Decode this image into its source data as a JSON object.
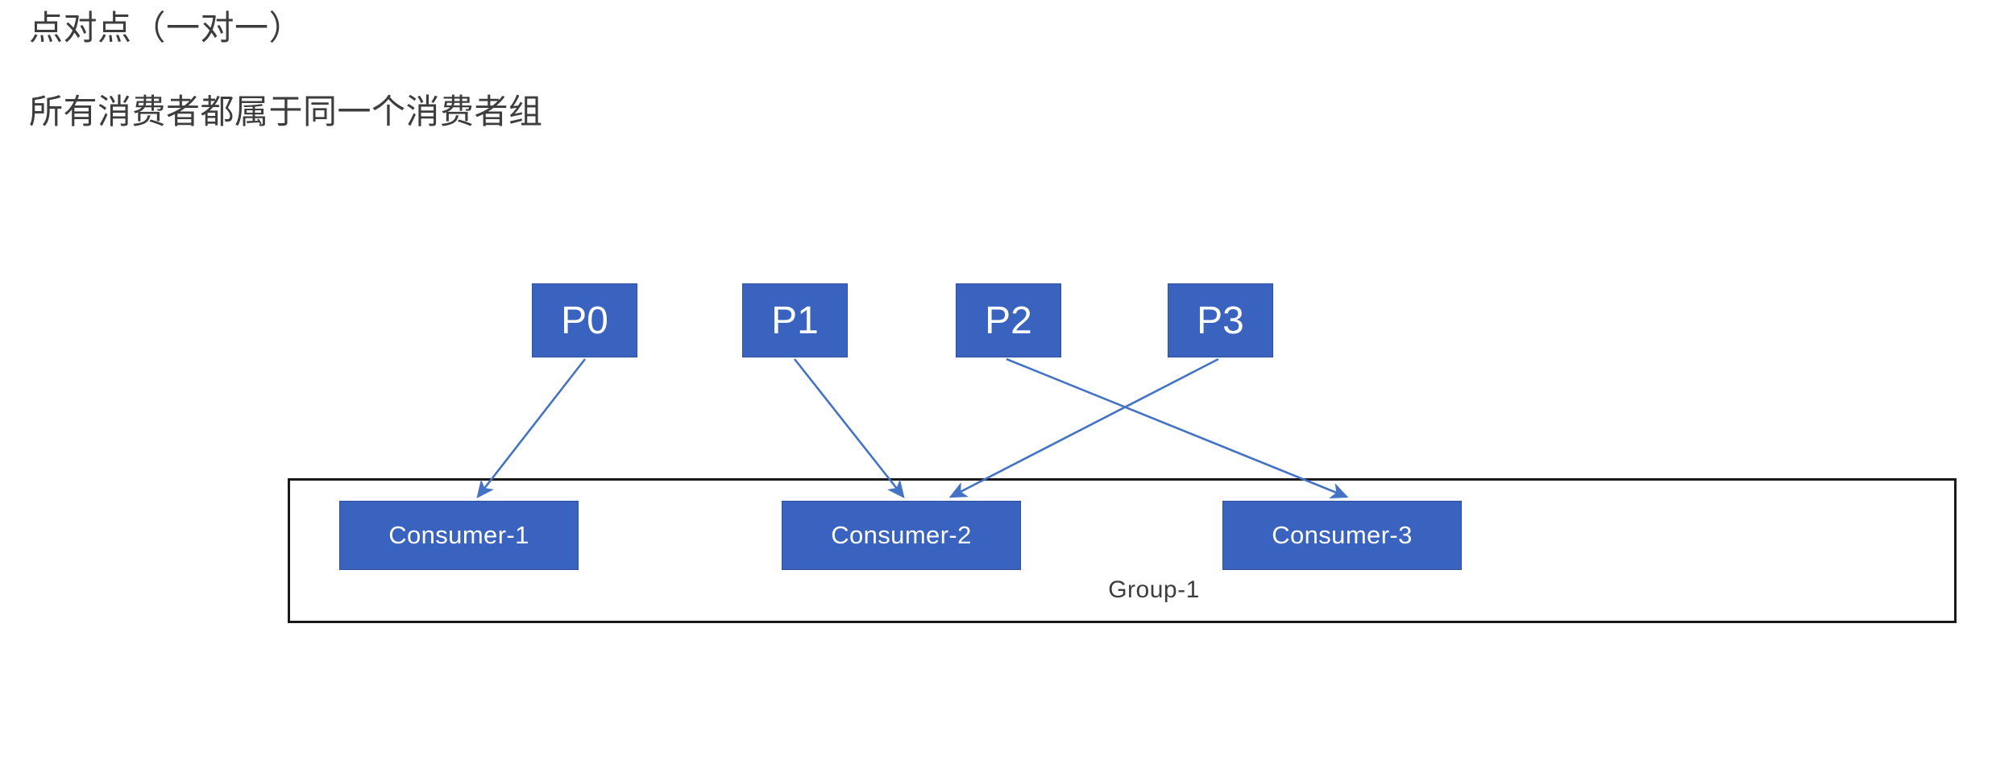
{
  "page": {
    "background_color": "#ffffff",
    "text_color": "#3d3d3d"
  },
  "headings": {
    "line1": "点对点（一对一）",
    "line2": "所有消费者都属于同一个消费者组"
  },
  "diagram": {
    "type": "flow-diagram",
    "accent_color": "#3A63C0",
    "accent_border_color": "#2E4F9E",
    "arrow_color": "#4472C4",
    "frame_color": "#1a1a1a",
    "partitions": [
      {
        "id": "p0",
        "label": "P0"
      },
      {
        "id": "p1",
        "label": "P1"
      },
      {
        "id": "p2",
        "label": "P2"
      },
      {
        "id": "p3",
        "label": "P3"
      }
    ],
    "consumers": [
      {
        "id": "consumer-1",
        "label": "Consumer-1"
      },
      {
        "id": "consumer-2",
        "label": "Consumer-2"
      },
      {
        "id": "consumer-3",
        "label": "Consumer-3"
      }
    ],
    "group": {
      "label": "Group-1"
    },
    "connections": [
      {
        "from": "P0",
        "to": "Consumer-1"
      },
      {
        "from": "P1",
        "to": "Consumer-2"
      },
      {
        "from": "P2",
        "to": "Consumer-3"
      },
      {
        "from": "P3",
        "to": "Consumer-2"
      }
    ]
  }
}
